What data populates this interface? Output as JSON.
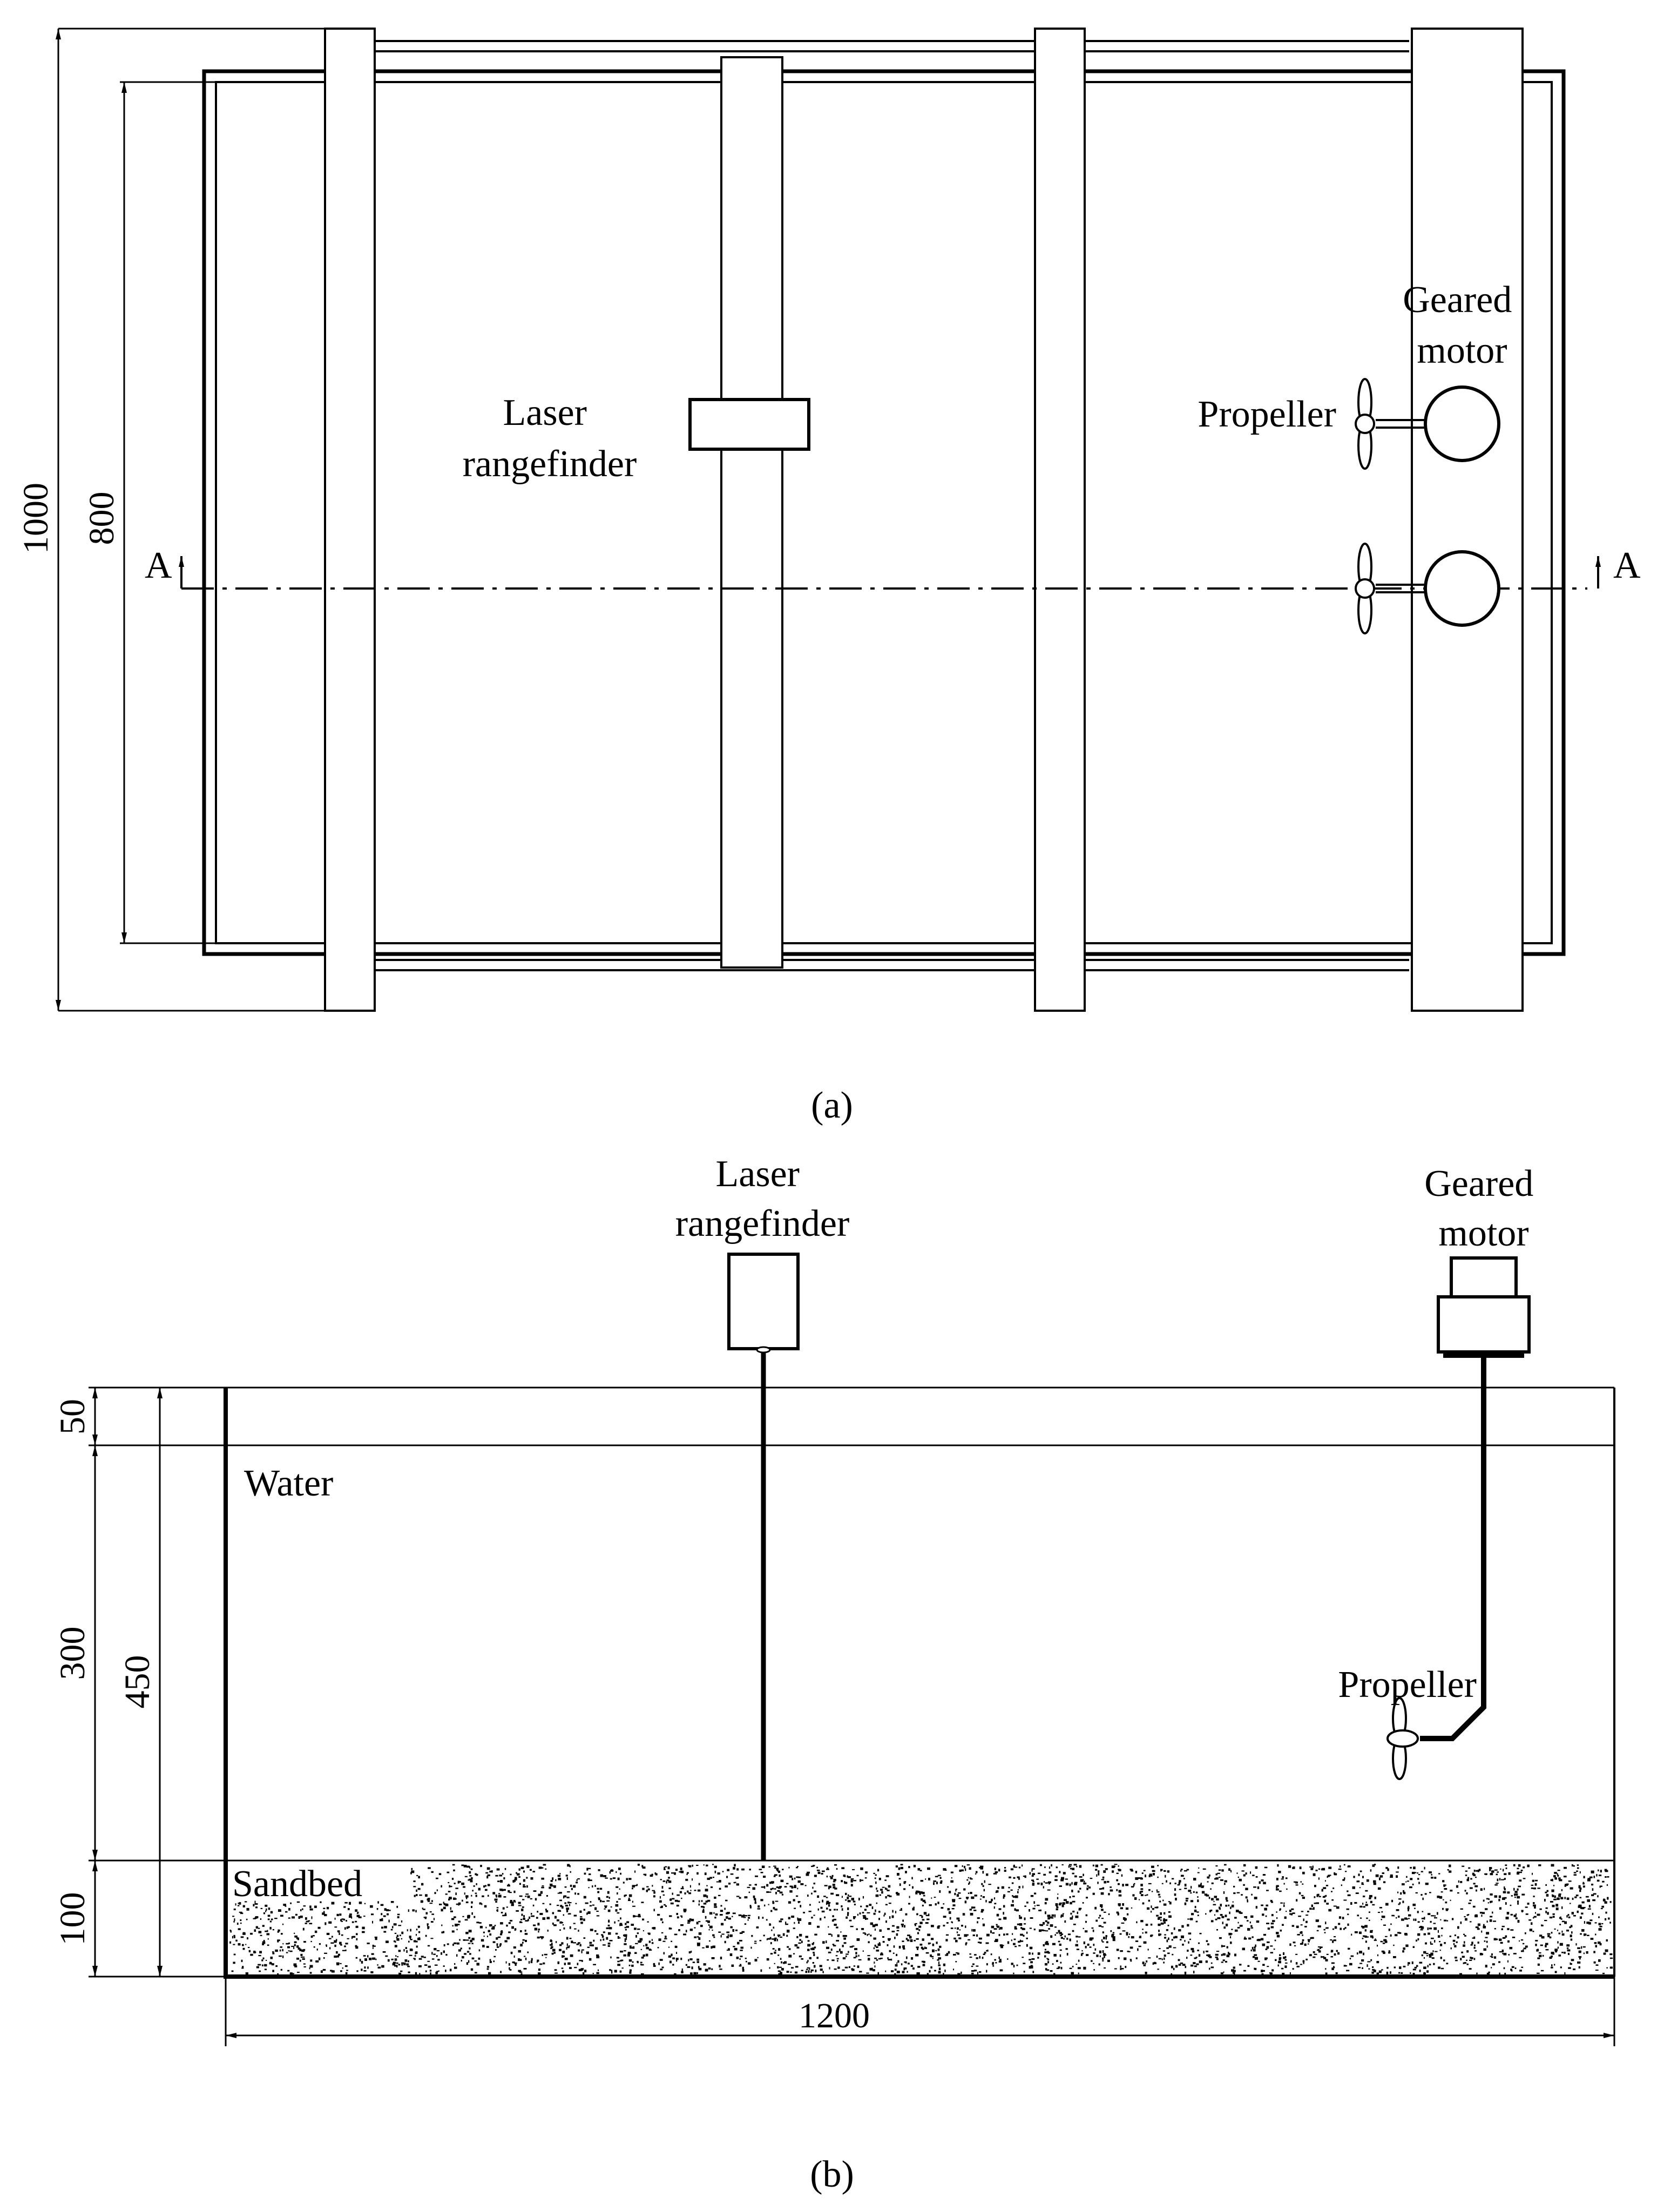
{
  "top_view": {
    "laser_label": [
      "Laser",
      "rangefinder"
    ],
    "geared_motor_label": [
      "Geared",
      "motor"
    ],
    "propeller_label": "Propeller",
    "section_marker_left": "A",
    "section_marker_right": "A",
    "dim_outer": "1000",
    "dim_inner": "800",
    "caption": "(a)"
  },
  "section_view": {
    "laser_label": [
      "Laser",
      "rangefinder"
    ],
    "geared_motor_label": [
      "Geared",
      "motor"
    ],
    "propeller_label": "Propeller",
    "water_label": "Water",
    "sandbed_label": "Sandbed",
    "dim_freeboard": "50",
    "dim_water": "300",
    "dim_sand": "100",
    "dim_total_height": "450",
    "dim_length": "1200",
    "caption": "(b)"
  },
  "colors": {
    "line": "#000000",
    "background": "#ffffff"
  }
}
